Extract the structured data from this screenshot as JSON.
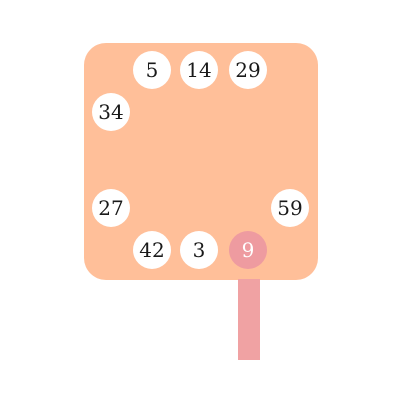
{
  "colors": {
    "board": "#FFBF99",
    "stick": "#F0A2A3",
    "chip": "#FFFFFF",
    "chip_active": "#EE9BA0",
    "chip_text": "#1A1A1A",
    "chip_active_text": "#FFFFFF"
  },
  "chips": {
    "top_1": "5",
    "top_2": "14",
    "top_3": "29",
    "left_upper": "34",
    "left_lower": "27",
    "right_lower": "59",
    "bottom_1": "42",
    "bottom_2": "3",
    "bottom_3": "9"
  },
  "active_chip": "bottom_3"
}
